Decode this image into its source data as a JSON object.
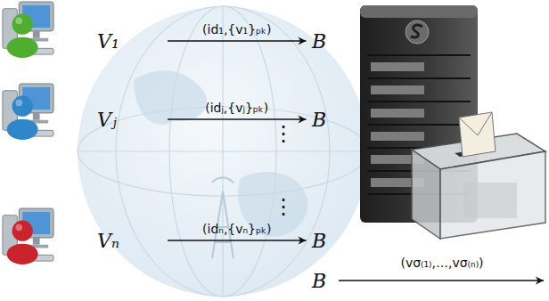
{
  "diagram": {
    "nodes": [
      {
        "text": [
          "V₁"
        ]
      },
      {
        "text": [
          "B"
        ]
      },
      {
        "text": [
          "Vⱼ"
        ]
      },
      {
        "text": [
          "B"
        ]
      },
      {
        "text": [
          "Vₙ"
        ]
      },
      {
        "text": [
          "B"
        ]
      },
      {
        "text": [
          "B"
        ]
      }
    ],
    "edges": [
      {
        "from": 0,
        "to": 1,
        "label": "(id₁,{v₁}ₚₖ)",
        "arrow": "to"
      },
      {
        "from": 2,
        "to": 3,
        "label": "(idⱼ,{vⱼ}ₚₖ)",
        "arrow": "to"
      },
      {
        "from": 4,
        "to": 5,
        "label": "(idₙ,{vₙ}ₚₖ)",
        "arrow": "to"
      }
    ],
    "labels": [
      "⋮",
      "⋮",
      "(vσ₍₁₎,…,vσ₍ₙ₎)"
    ]
  }
}
